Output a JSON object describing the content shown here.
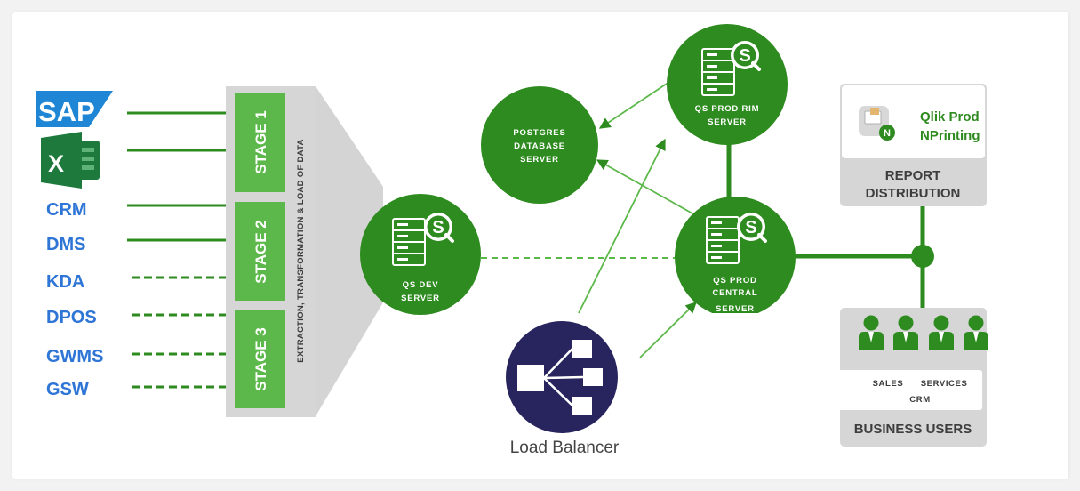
{
  "sources": {
    "crm": "CRM",
    "dms": "DMS",
    "kda": "KDA",
    "dpos": "DPOS",
    "gwms": "GWMS",
    "gsw": "GSW",
    "sap_logo_text": "SAP",
    "excel_logo_text": "X"
  },
  "stages": {
    "stage1": "STAGE 1",
    "stage2": "STAGE 2",
    "stage3": "STAGE 3",
    "process": "EXTRACTION, TRANSFORMATION & LOAD OF DATA"
  },
  "servers": {
    "dev": [
      "QS DEV",
      "SERVER"
    ],
    "postgres": [
      "POSTGRES",
      "DATABASE",
      "SERVER"
    ],
    "prod_rim": [
      "QS PROD RIM",
      "SERVER"
    ],
    "prod_central": [
      "QS PROD",
      "CENTRAL",
      "SERVER"
    ]
  },
  "load_balancer": "Load Balancer",
  "nprinting": {
    "line1": "Qlik Prod",
    "line2": "NPrinting",
    "distribution_line1": "REPORT",
    "distribution_line2": "DISTRIBUTION"
  },
  "business_users": {
    "groups_line1": "SALES      SERVICES",
    "groups_line2": "CRM",
    "title": "BUSINESS USERS"
  },
  "colors": {
    "green": "#2e8b1f",
    "box_green": "#5cb84a",
    "source_blue": "#2e75d6",
    "navy": "#28255e",
    "panel_gray": "#d6d6d6"
  }
}
